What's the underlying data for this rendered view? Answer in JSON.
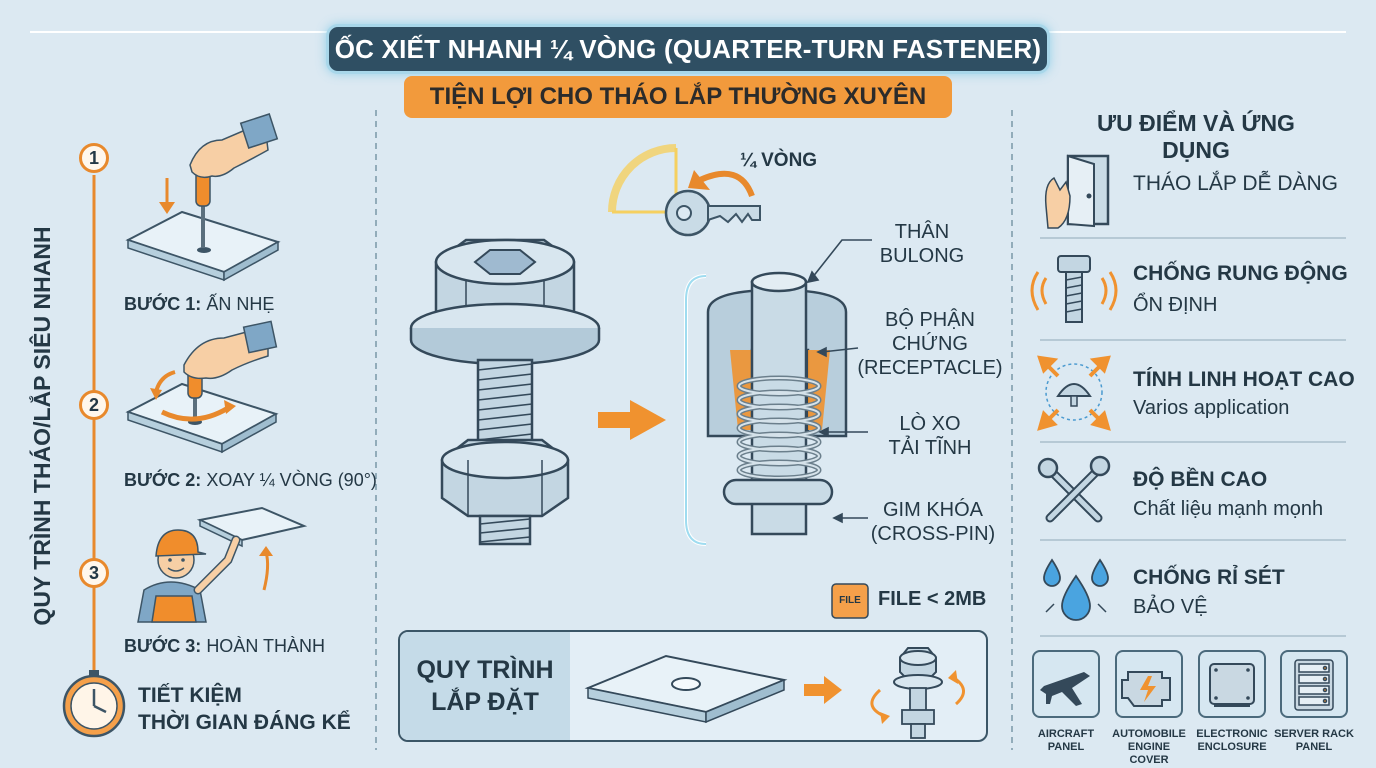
{
  "header": {
    "title": "ỐC XIẾT NHANH ¼ VÒNG (QUARTER-TURN FASTENER)",
    "subtitle": "TIỆN LỢI CHO THÁO LẮP THƯỜNG XUYÊN"
  },
  "left_panel": {
    "vertical_title": "QUY TRÌNH THÁO/LẮP SIÊU NHANH",
    "steps": [
      {
        "number": "1",
        "prefix": "BƯỚC 1:",
        "text": "ẤN NHẸ"
      },
      {
        "number": "2",
        "prefix": "BƯỚC 2:",
        "text": "XOAY ¼ VÒNG (90°)"
      },
      {
        "number": "3",
        "prefix": "BƯỚC 3:",
        "text": "HOÀN THÀNH"
      }
    ],
    "saving_line1": "TIẾT KIỆM",
    "saving_line2": "THỜI GIAN ĐÁNG KỂ"
  },
  "center_panel": {
    "quarter_turn": "¼ VÒNG",
    "parts": {
      "body_line1": "THÂN",
      "body_line2": "BULONG",
      "receptacle_line1": "BỘ PHẬN",
      "receptacle_line2": "CHỨNG",
      "receptacle_line3": "(RECEPTACLE)",
      "spring_line1": "LÒ XO",
      "spring_line2": "TẢI TĨNH",
      "pin_line1": "GIM KHÓA",
      "pin_line2": "(CROSS-PIN)"
    },
    "file_icon_text": "FILE",
    "file_note": "FILE < 2MB",
    "install_line1": "QUY TRÌNH",
    "install_line2": "LẮP ĐẶT"
  },
  "right_panel": {
    "heading": "ƯU ĐIỂM VÀ ỨNG DỤNG",
    "benefits": [
      {
        "icon": "door-hand-icon",
        "title": "THÁO LẮP DỄ DÀNG",
        "subtitle": ""
      },
      {
        "icon": "vibration-bolt-icon",
        "title": "CHỐNG RUNG ĐỘNG",
        "subtitle": "ỔN ĐỊNH"
      },
      {
        "icon": "flex-arrows-icon",
        "title": "TÍNH LINH HOẠT CAO",
        "subtitle": "Varios application"
      },
      {
        "icon": "wrench-icon",
        "title": "ĐỘ BỀN CAO",
        "subtitle": "Chất liệu mạnh mọnh"
      },
      {
        "icon": "water-drops-icon",
        "title": "CHỐNG RỈ SÉT",
        "subtitle": "BẢO VỆ"
      }
    ],
    "applications": [
      {
        "icon": "airplane-icon",
        "line1": "AIRCRAFT",
        "line2": "PANEL"
      },
      {
        "icon": "engine-icon",
        "line1": "AUTOMOBILE",
        "line2": "ENGINE COVER"
      },
      {
        "icon": "enclosure-icon",
        "line1": "ELECTRONIC",
        "line2": "ENCLOSURE"
      },
      {
        "icon": "server-rack-icon",
        "line1": "SERVER RACK",
        "line2": "PANEL"
      }
    ]
  },
  "colors": {
    "background": "#dce9f2",
    "title_bg": "#2f4f63",
    "accent_orange": "#f29a3c",
    "steel": "#b9cfdc",
    "outline": "#34495a"
  }
}
